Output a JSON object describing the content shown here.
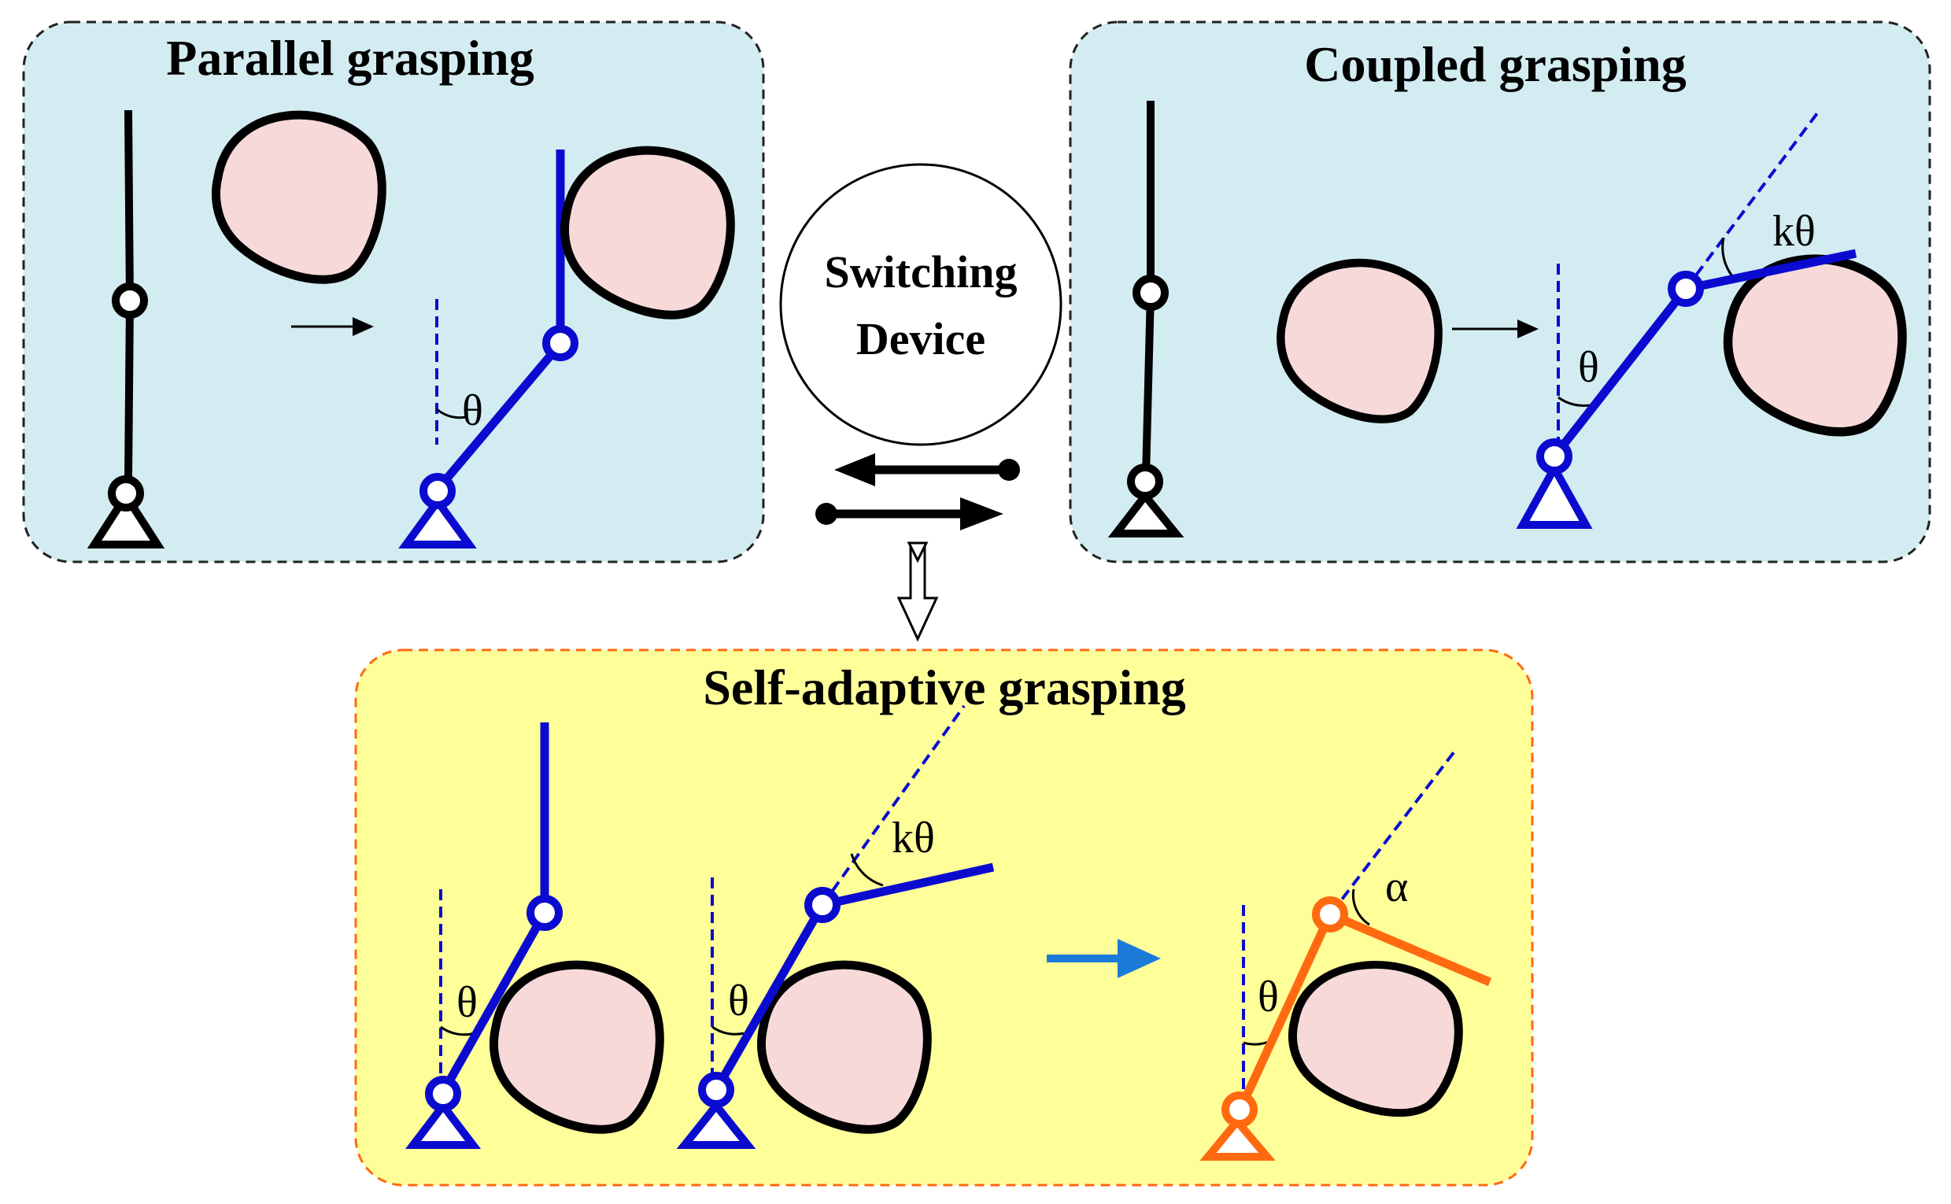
{
  "panels": {
    "parallel": {
      "title": "Parallel grasping",
      "angle_label": "θ"
    },
    "coupled": {
      "title": "Coupled grasping",
      "angle_label": "θ",
      "angle2_label": "kθ"
    },
    "self_adaptive": {
      "title": "Self-adaptive grasping",
      "angle_label_1": "θ",
      "angle_label_2": "θ",
      "angle2_label": "kθ",
      "angle_label_3": "θ",
      "alpha_label": "α"
    }
  },
  "switching_device": {
    "line1": "Switching",
    "line2": "Device"
  },
  "colors": {
    "panel_blue_bg": "#d3ecf1",
    "panel_yellow_bg": "#ffff9a",
    "blue_link": "#0b0bd0",
    "orange_link": "#ff6a10",
    "object_fill": "#f7d9d9",
    "arrow_blue": "#1b7bd9",
    "yellow_border": "#ff6a10"
  }
}
